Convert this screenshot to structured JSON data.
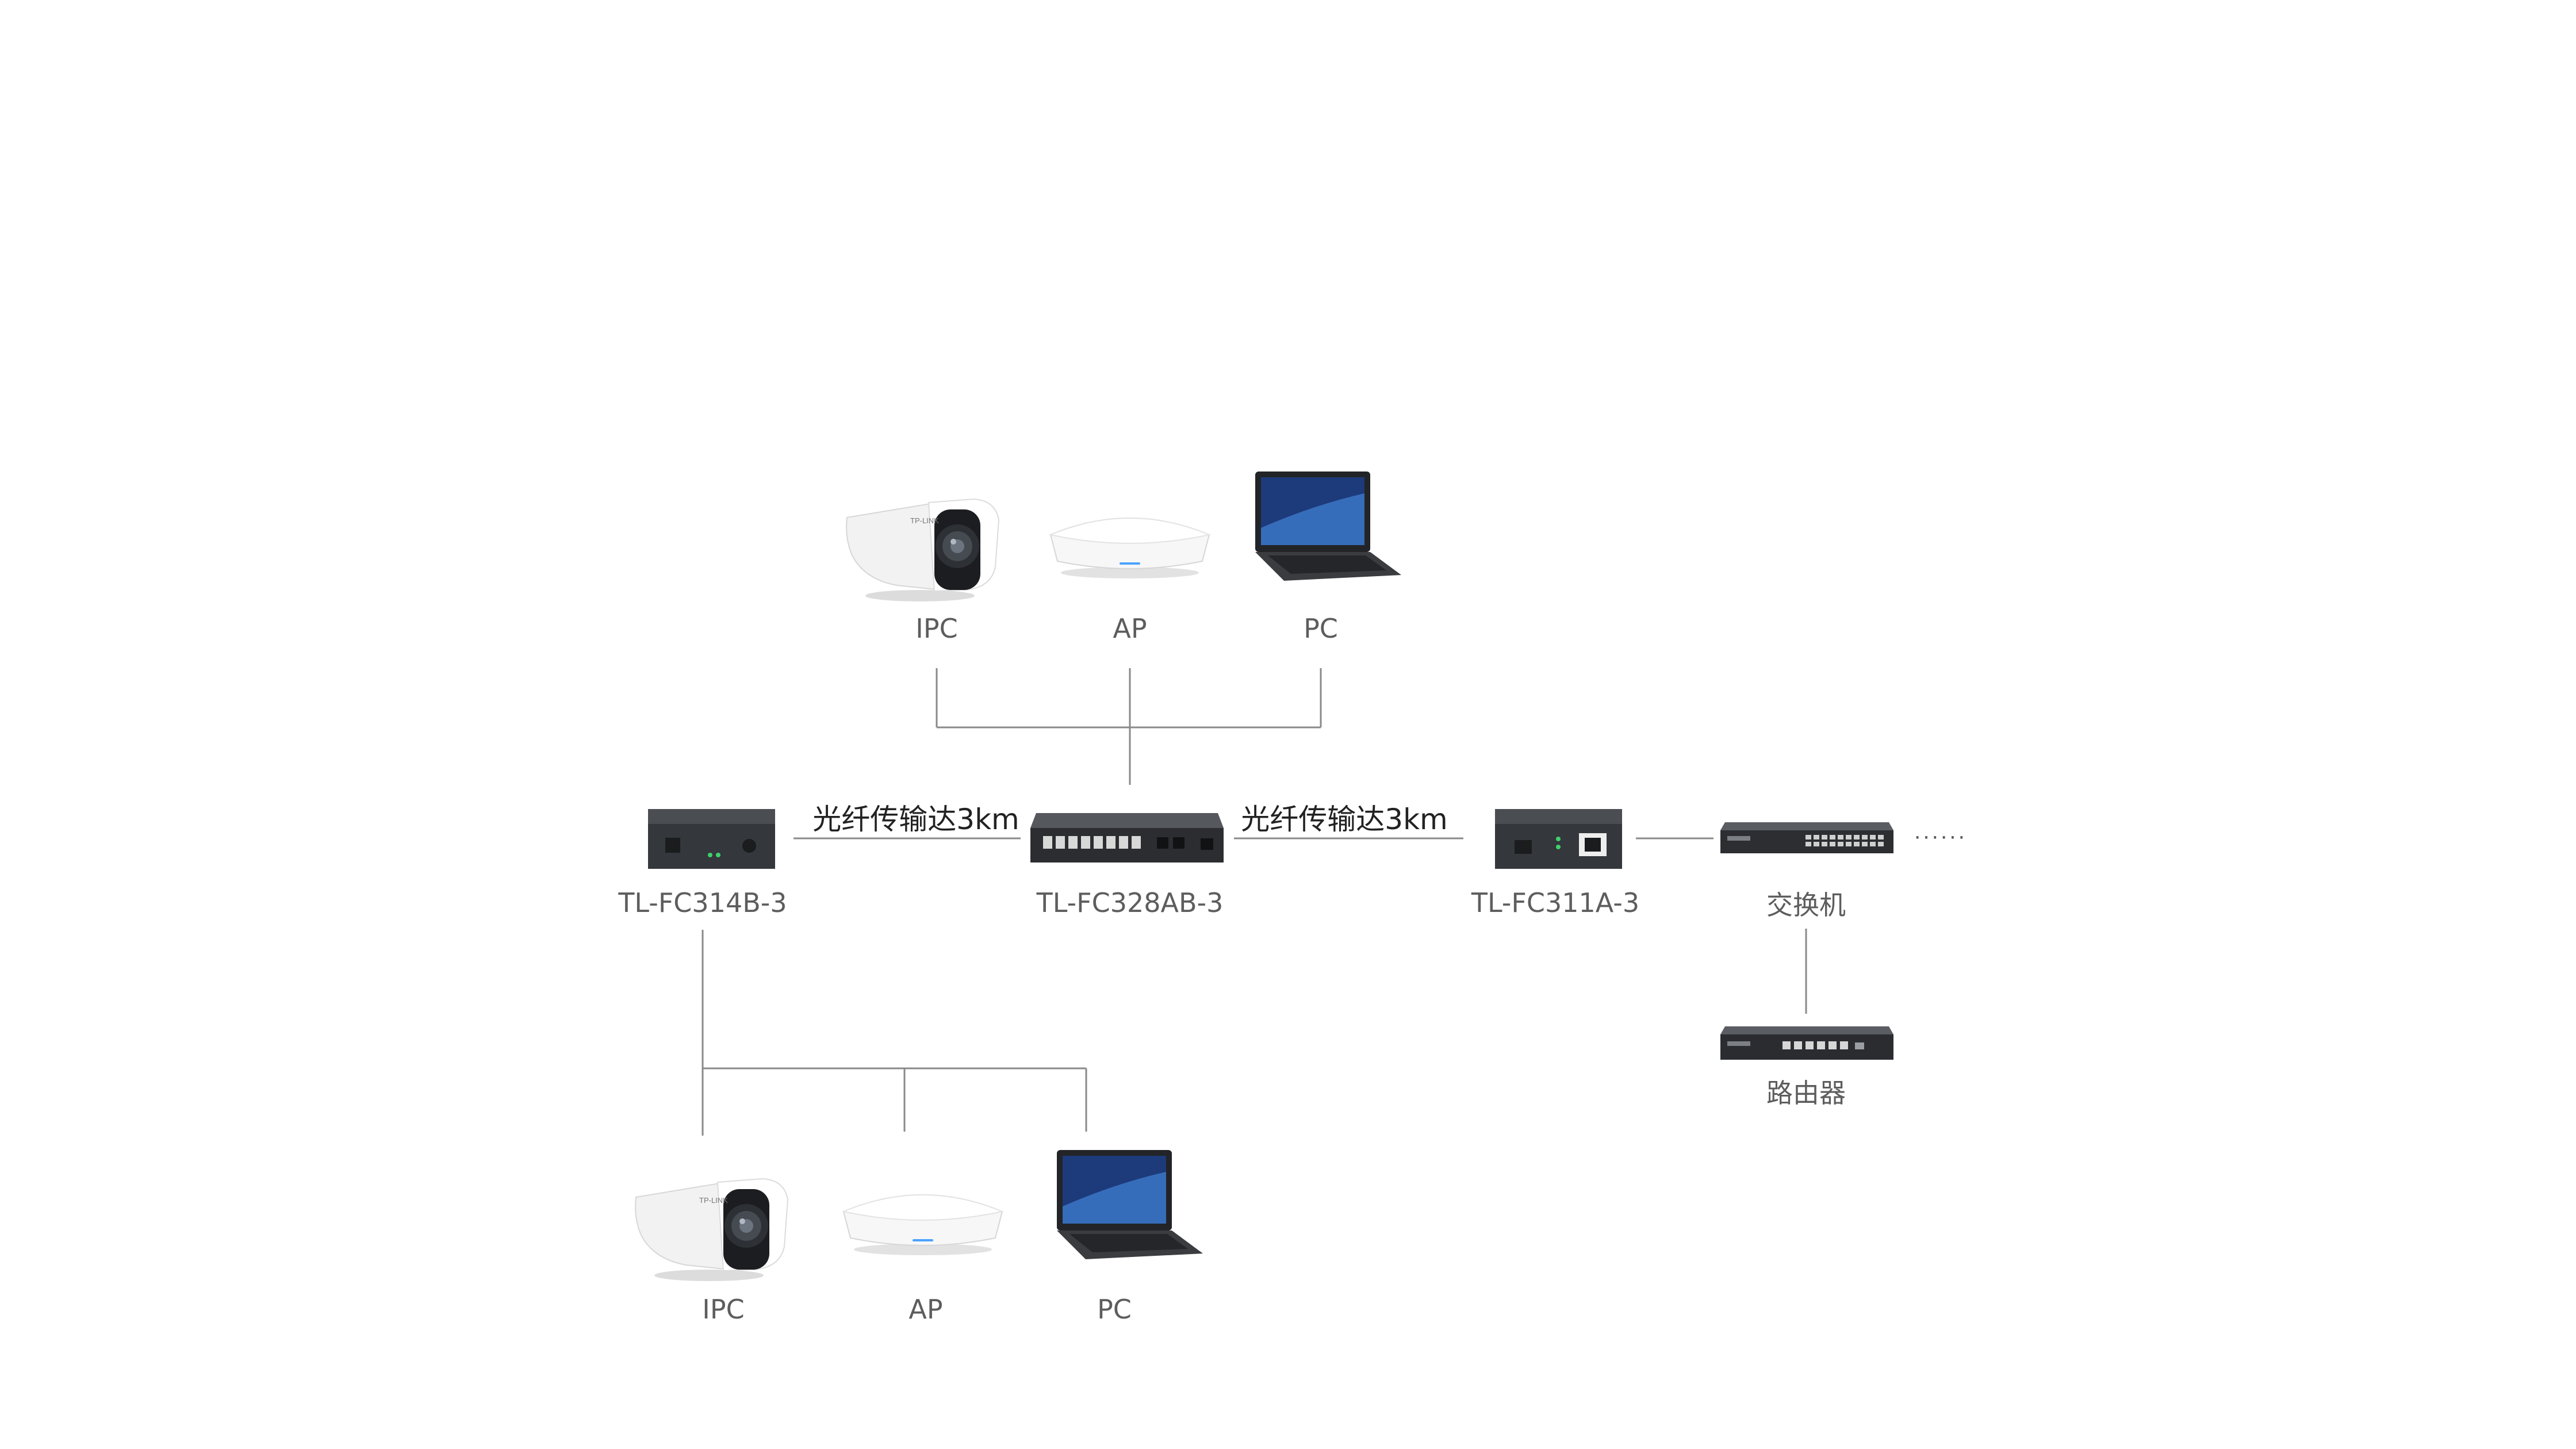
{
  "top_group": {
    "ipc": "IPC",
    "ap": "AP",
    "pc": "PC"
  },
  "bottom_group": {
    "ipc": "IPC",
    "ap": "AP",
    "pc": "PC"
  },
  "center_device": "TL-FC328AB-3",
  "left_device": "TL-FC314B-3",
  "right_device": "TL-FC311A-3",
  "switch": "交换机",
  "router": "路由器",
  "fiber_left": "光纤传输达3km",
  "fiber_right": "光纤传输达3km",
  "continuation": "······",
  "camera_brand": "TP-LINK",
  "colors": {
    "line": "#8a8a8a",
    "label": "#5d5d5d",
    "device_dark": "#3a3c40",
    "background": "#ffffff"
  }
}
